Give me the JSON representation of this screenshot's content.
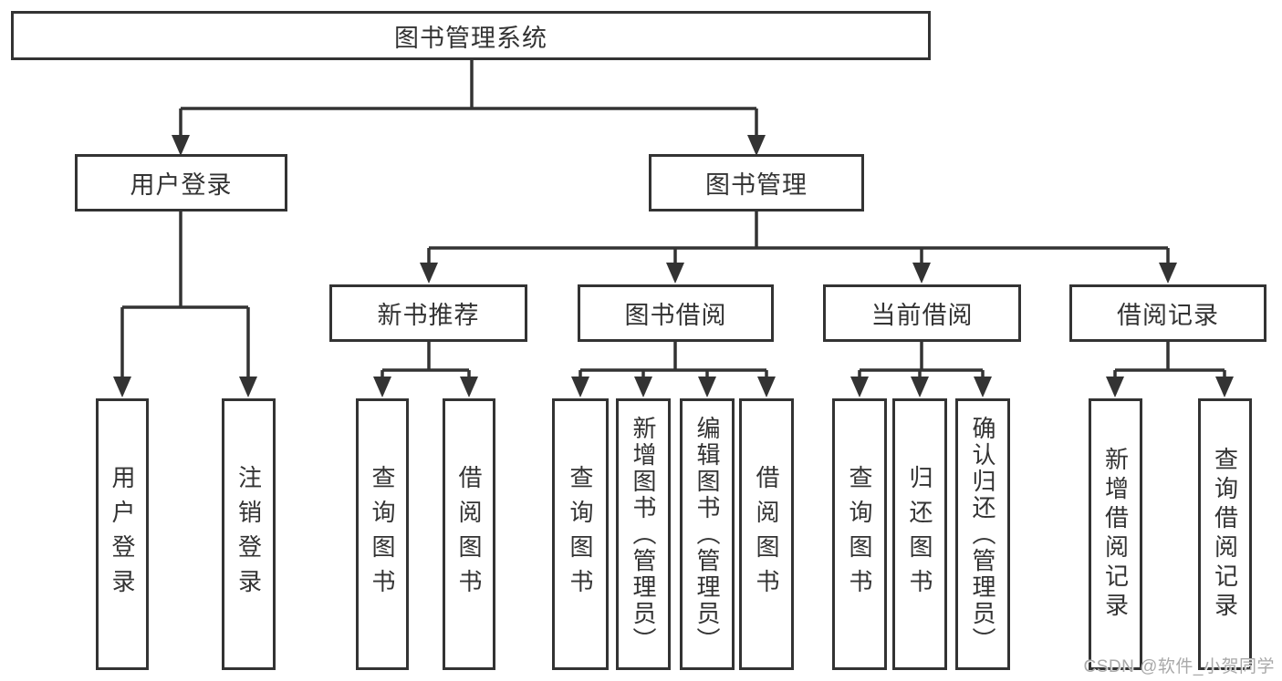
{
  "diagram": {
    "root": {
      "label": "图书管理系统"
    },
    "level2": [
      {
        "label": "用户登录"
      },
      {
        "label": "图书管理"
      }
    ],
    "level3": [
      {
        "label": "新书推荐"
      },
      {
        "label": "图书借阅"
      },
      {
        "label": "当前借阅"
      },
      {
        "label": "借阅记录"
      }
    ],
    "leaves": {
      "user": [
        "用户登录",
        "注销登录"
      ],
      "recommend": [
        "查询图书",
        "借阅图书"
      ],
      "borrow": [
        "查询图书",
        "新增图书（管理员）",
        "编辑图书（管理员）",
        "借阅图书"
      ],
      "current": [
        "查询图书",
        "归还图书",
        "确认归还（管理员）"
      ],
      "records": [
        "新增借阅记录",
        "查询借阅记录"
      ]
    }
  },
  "watermark": {
    "text": "CSDN @软件_小贺同学"
  },
  "colors": {
    "line": "#333333",
    "text": "#333333",
    "watermark": "#a9a9a9",
    "background": "#ffffff"
  }
}
